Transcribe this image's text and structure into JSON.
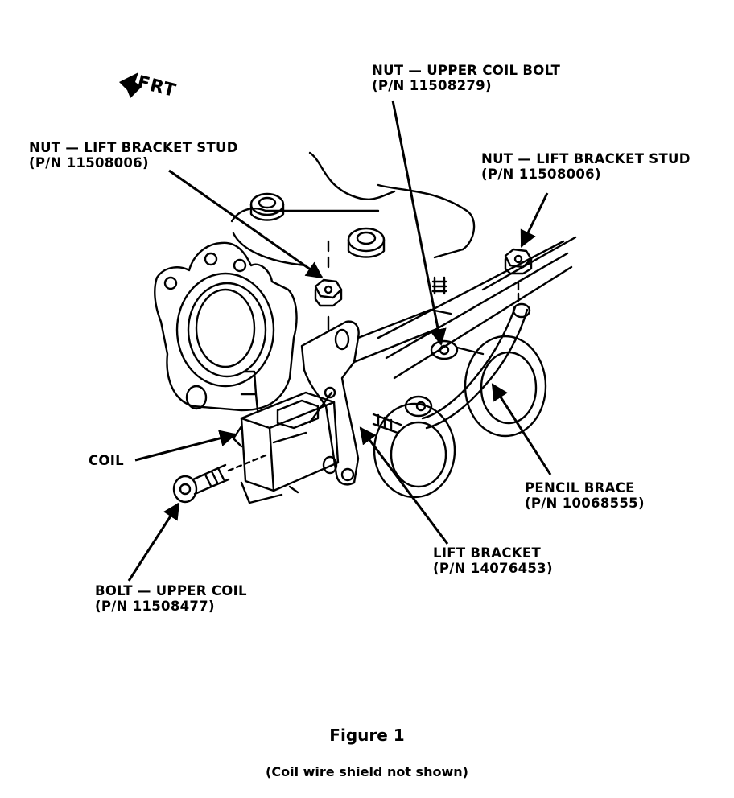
{
  "direction_marker": {
    "text": "FRT"
  },
  "labels": {
    "nut_upper_coil_bolt": {
      "name": "NUT — UPPER COIL BOLT",
      "part": "(P/N 11508279)"
    },
    "nut_lift_bracket_stud_left": {
      "name": "NUT — LIFT BRACKET STUD",
      "part": "(P/N 11508006)"
    },
    "nut_lift_bracket_stud_right": {
      "name": "NUT — LIFT BRACKET STUD",
      "part": "(P/N 11508006)"
    },
    "coil": {
      "name": "COIL"
    },
    "pencil_brace": {
      "name": "PENCIL BRACE",
      "part": "(P/N 10068555)"
    },
    "lift_bracket": {
      "name": "LIFT BRACKET",
      "part": "(P/N 14076453)"
    },
    "bolt_upper_coil": {
      "name": "BOLT — UPPER COIL",
      "part": "(P/N 11508477)"
    }
  },
  "figure": {
    "title": "Figure 1",
    "note": "(Coil wire shield not shown)"
  }
}
